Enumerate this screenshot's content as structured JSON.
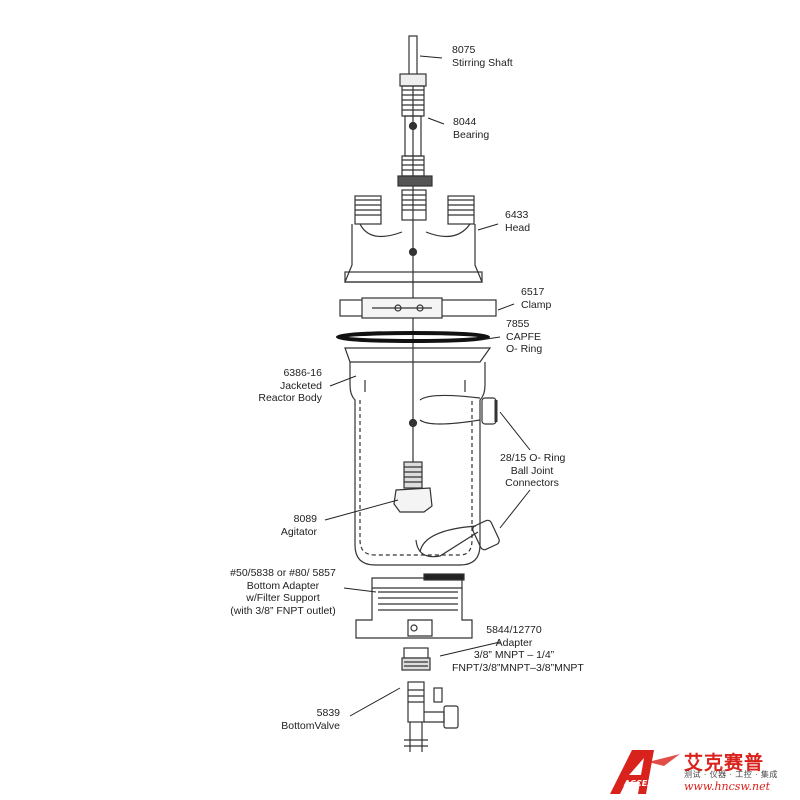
{
  "labels": {
    "shaft": {
      "code": "8075",
      "name": "Stirring Shaft"
    },
    "bearing": {
      "code": "8044",
      "name": "Bearing"
    },
    "head": {
      "code": "6433",
      "name": "Head"
    },
    "clamp": {
      "code": "6517",
      "name": "Clamp"
    },
    "oring": {
      "code": "7855",
      "line2": "CAPFE",
      "line3": "O- Ring"
    },
    "reactor": {
      "code": "6386-16",
      "line2": "Jacketed",
      "line3": "Reactor Body"
    },
    "connectors": {
      "line1": "28/15 O- Ring",
      "line2": "Ball Joint",
      "line3": "Connectors"
    },
    "agitator": {
      "code": "8089",
      "name": "Agitator"
    },
    "bottom_adapter": {
      "line1": "#50/5838 or #80/ 5857",
      "line2": "Bottom Adapter",
      "line3": "w/Filter Support",
      "line4": "(with 3/8”  FNPT outlet)"
    },
    "adapter": {
      "line1": "5844/12770",
      "line2": "Adapter",
      "line3": "3/8”  MNPT – 1/4”",
      "line4": "FNPT/3/8”MNPT–3/8”MNPT"
    },
    "valve": {
      "code": "5839",
      "name": "BottomValve"
    }
  },
  "logo": {
    "cn": "艾克赛普",
    "sub": "测试 · 仪器 · 工控 · 集成",
    "url": "www.hncsw.net",
    "mark": "ACCEXP",
    "brand_color": "#d9221c"
  }
}
